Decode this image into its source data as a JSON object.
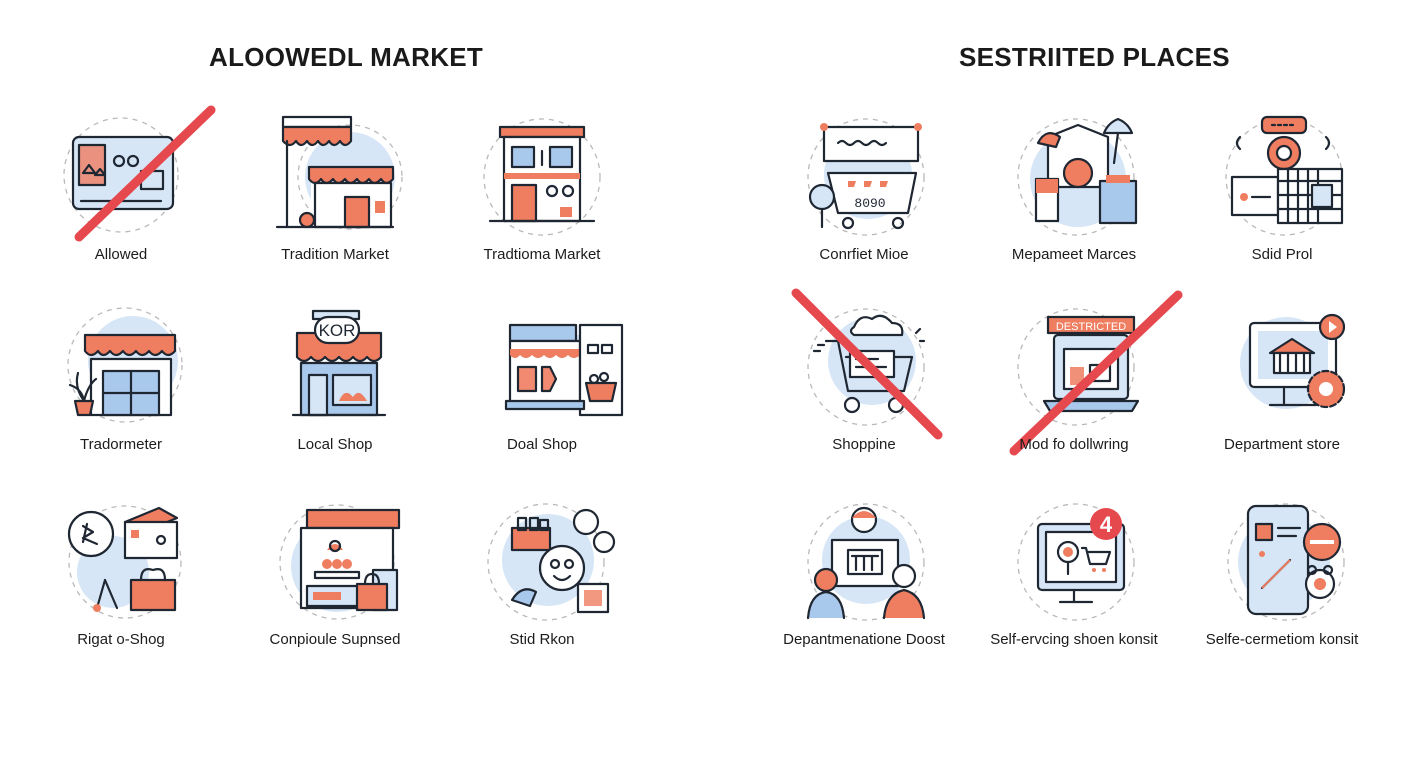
{
  "sections": {
    "allowed": {
      "title": "ALOOWEDL MARKET"
    },
    "restricted": {
      "title": "SESTRIITED PLACES"
    }
  },
  "allowed_items": [
    {
      "label": "Allowed",
      "icon": "crossed-storefront-window-icon",
      "crossed_out": true
    },
    {
      "label": "Tradition Market",
      "icon": "market-stall-awning-icon",
      "crossed_out": false
    },
    {
      "label": "Tradtioma Market",
      "icon": "two-story-shop-icon",
      "crossed_out": false
    },
    {
      "label": "Tradormeter",
      "icon": "shop-with-plant-icon",
      "crossed_out": false
    },
    {
      "label": "Local  Shop",
      "icon": "local-shop-sign-icon",
      "crossed_out": false,
      "sign_text": "KOR"
    },
    {
      "label": "Doal Shop",
      "icon": "deli-counter-icon",
      "crossed_out": false
    },
    {
      "label": "Rigat o-Shog",
      "icon": "shopping-bags-icon",
      "crossed_out": false
    },
    {
      "label": "Conpioule Supnsed",
      "icon": "convenience-store-icon",
      "crossed_out": false
    },
    {
      "label": "Stid Rkon",
      "icon": "chef-market-icon",
      "crossed_out": false
    }
  ],
  "restricted_items": [
    {
      "label": "Conrfiet Mioe",
      "icon": "shopping-cart-sign-icon",
      "crossed_out": false
    },
    {
      "label": "Mepameet Marces",
      "icon": "mall-products-icon",
      "crossed_out": false
    },
    {
      "label": "Sdid Prol",
      "icon": "pos-terminal-icon",
      "crossed_out": false
    },
    {
      "label": "Shoppine",
      "icon": "crossed-cart-icon",
      "crossed_out": true
    },
    {
      "label": "Mod fo dollwring",
      "icon": "crossed-laptop-store-icon",
      "crossed_out": true,
      "sign_text": "DESTRICTED"
    },
    {
      "label": "Department store",
      "icon": "monitor-store-icon",
      "crossed_out": false
    },
    {
      "label": "Depantmenatione Doost",
      "icon": "shoppers-screen-icon",
      "crossed_out": false
    },
    {
      "label": "Self-ervcing shoen konsit",
      "icon": "kiosk-screen-icon",
      "crossed_out": false,
      "badge": "4"
    },
    {
      "label": "Selfe-cermetiom konsit",
      "icon": "tablet-tools-icon",
      "crossed_out": false
    }
  ],
  "colors": {
    "accent_red": "#ef7d60",
    "cross_red": "#e5484d",
    "accent_blue": "#a9c9ec",
    "outline": "#1f2733"
  }
}
